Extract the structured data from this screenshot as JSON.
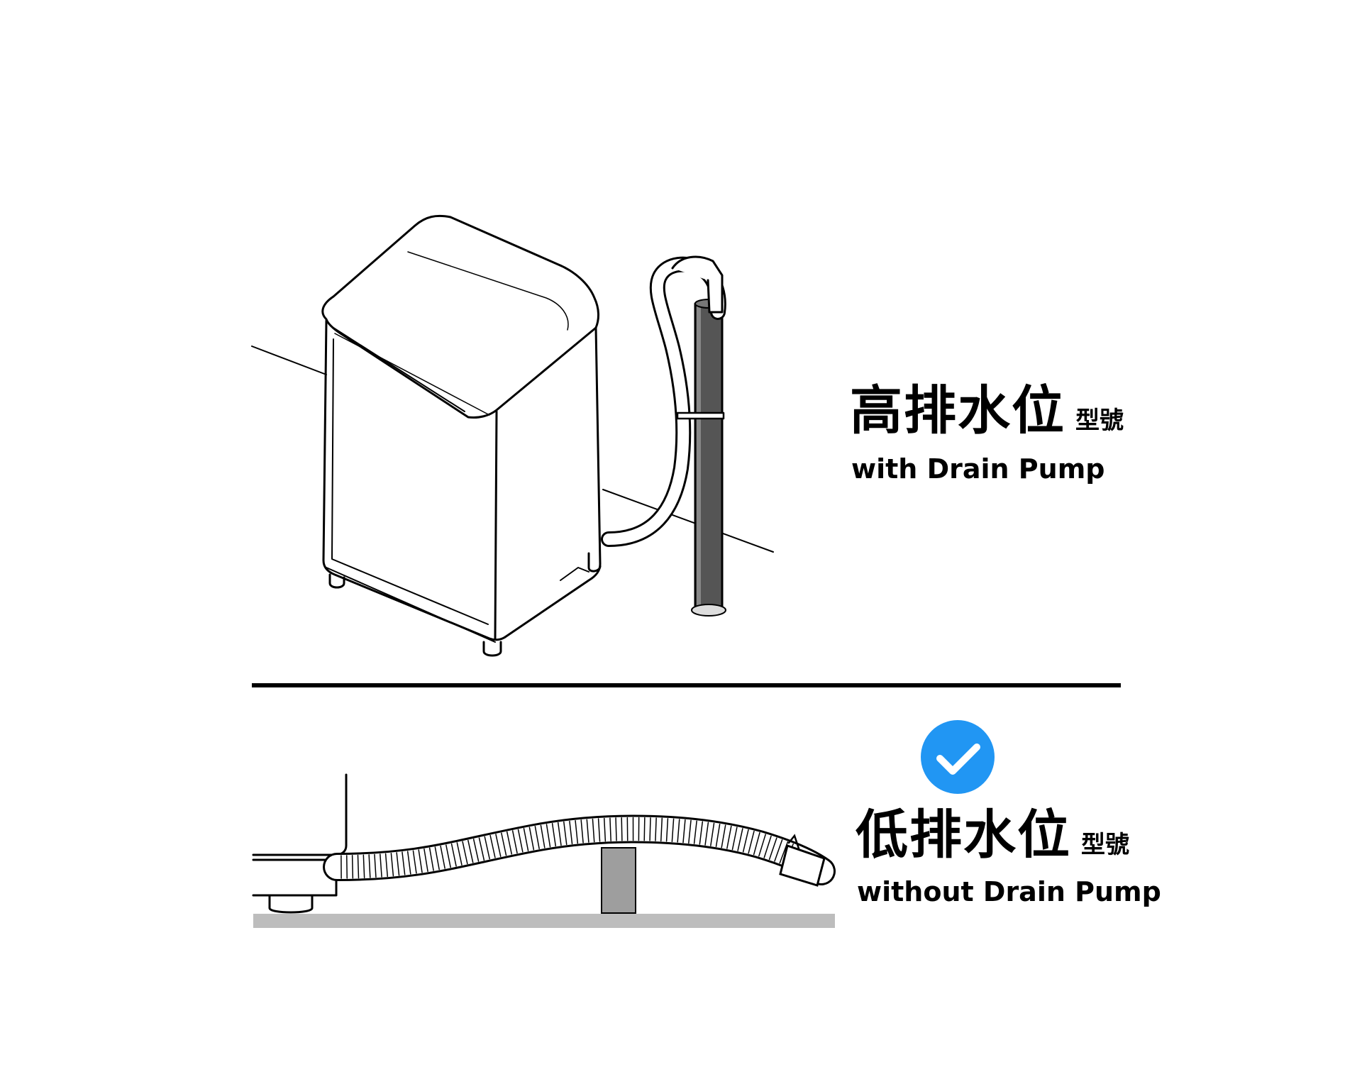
{
  "sections": [
    {
      "title": "高排水位",
      "title_suffix": "型號",
      "subtitle": "with Drain Pump",
      "checked": false
    },
    {
      "title": "低排水位",
      "title_suffix": "型號",
      "subtitle": "without Drain Pump",
      "checked": true
    }
  ],
  "icons": {
    "check": "check-circle-icon"
  },
  "colors": {
    "line": "#000000",
    "check": "#2196F3",
    "floor": "#bdbdbd",
    "pipe": "#9e9e9e",
    "standpipe": "#555555"
  }
}
